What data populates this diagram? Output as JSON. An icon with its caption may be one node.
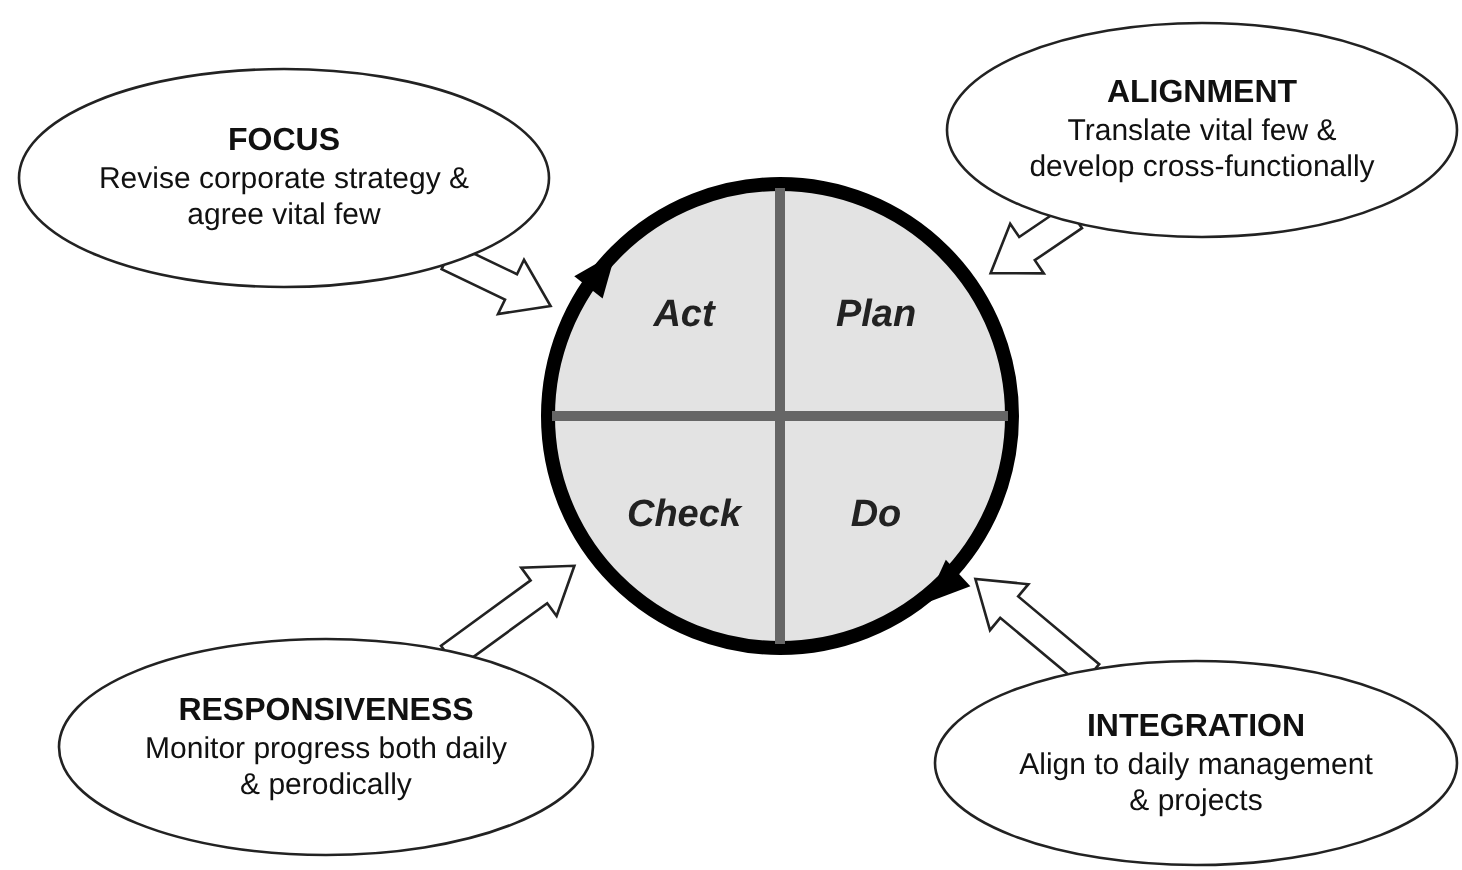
{
  "diagram": {
    "nodes": [
      {
        "text": [
          "FOCUS",
          "Revise corporate strategy & agree vital few"
        ]
      },
      {
        "text": [
          "ALIGNMENT",
          "Translate vital few & develop cross-functionally"
        ]
      },
      {
        "text": [],
        "shape": "circle"
      },
      {
        "text": [
          "Act"
        ],
        "in": 2
      },
      {
        "text": [
          "Plan"
        ],
        "in": 2
      },
      {
        "text": [
          "Check"
        ],
        "in": 2
      },
      {
        "text": [
          "Do"
        ],
        "in": 2
      },
      {
        "text": [
          "RESPONSIVENESS",
          "Monitor progress both daily & perodically"
        ]
      },
      {
        "text": [
          "INTEGRATION",
          "Align to daily management & projects"
        ]
      }
    ],
    "edges": [
      {
        "from": 0,
        "to": 2,
        "arrow": "to"
      },
      {
        "from": 1,
        "to": 2,
        "arrow": "to"
      },
      {
        "from": 7,
        "to": 2,
        "arrow": "to"
      },
      {
        "from": 8,
        "to": 2,
        "arrow": "to"
      }
    ]
  }
}
